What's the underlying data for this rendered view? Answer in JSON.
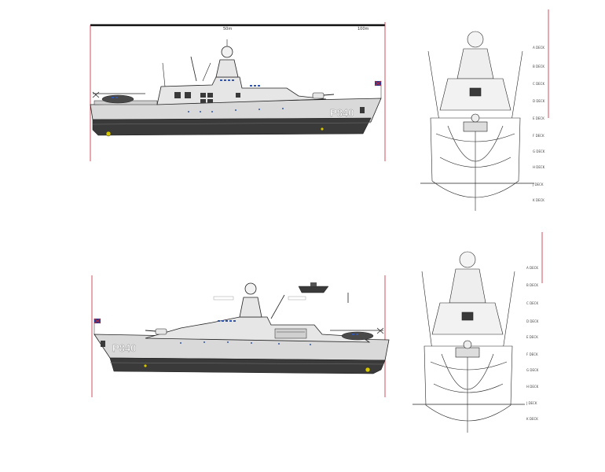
{
  "colors": {
    "hull_light": "#d9d9d9",
    "hull_dark": "#3a3a3a",
    "superstructure": "#e6e6e6",
    "outline": "#222222",
    "marker": "#cc2233",
    "flag_blue": "#2a3a8c",
    "window_blue": "#3355aa",
    "accent_yellow": "#d8c800"
  },
  "scale": {
    "label_50": "50m",
    "label_100": "100m"
  },
  "ship_top": {
    "pennant": "P840"
  },
  "ship_bottom": {
    "pennant": "P840"
  },
  "deck_labels_top": [
    "A DECK",
    "B DECK",
    "C DECK",
    "D DECK",
    "E DECK",
    "F DECK",
    "G DECK",
    "H DECK",
    "J DECK",
    "K DECK"
  ],
  "deck_labels_bottom": [
    "A DECK",
    "B DECK",
    "C DECK",
    "D DECK",
    "E DECK",
    "F DECK",
    "G DECK",
    "H DECK",
    "J DECK",
    "K DECK"
  ],
  "icons": {
    "helicopter": "helicopter-icon",
    "flag": "ensign-flag-icon",
    "radome": "radar-dome-icon",
    "boat": "rhib-boat-icon"
  }
}
